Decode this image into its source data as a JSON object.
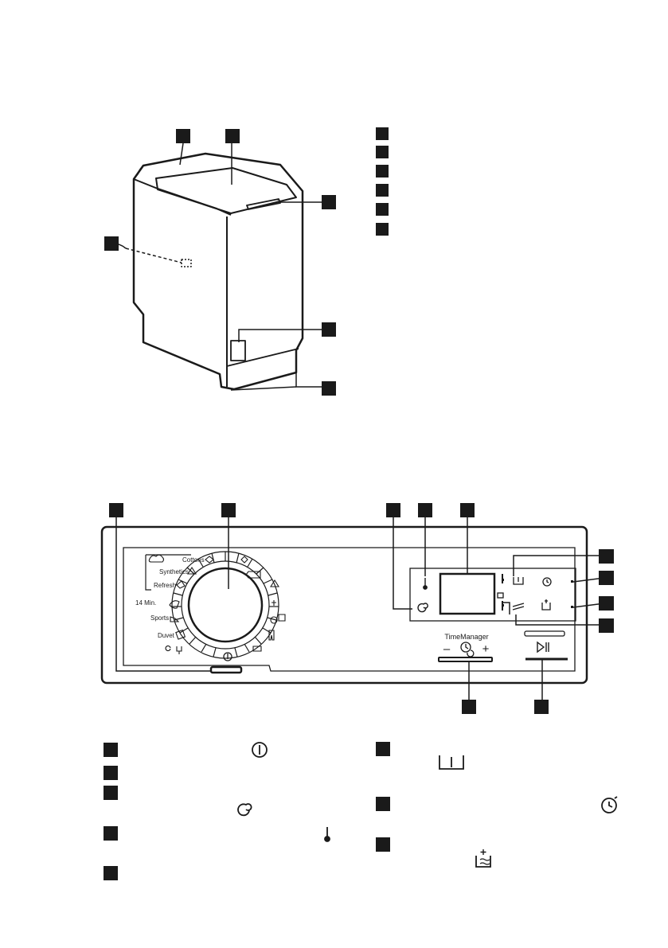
{
  "programme_labels": {
    "cottons": "Cottons",
    "synthetics": "Synthetics",
    "refresh": "Refresh",
    "min14": "14 Min.",
    "sports": "Sports",
    "duvet": "Duvet"
  },
  "panel": {
    "time_manager_label": "TimeManager",
    "minus_label": "–",
    "plus_label": "+"
  },
  "icons": {
    "on_off": "power-icon",
    "spin": "spin-icon",
    "temperature": "thermometer-icon",
    "prewash": "prewash-icon",
    "delay": "delay-start-icon",
    "extra_rinse": "extra-rinse-icon",
    "start_pause": "start-pause-icon"
  },
  "colors": {
    "ink": "#1a1a1a",
    "paper": "#ffffff"
  }
}
